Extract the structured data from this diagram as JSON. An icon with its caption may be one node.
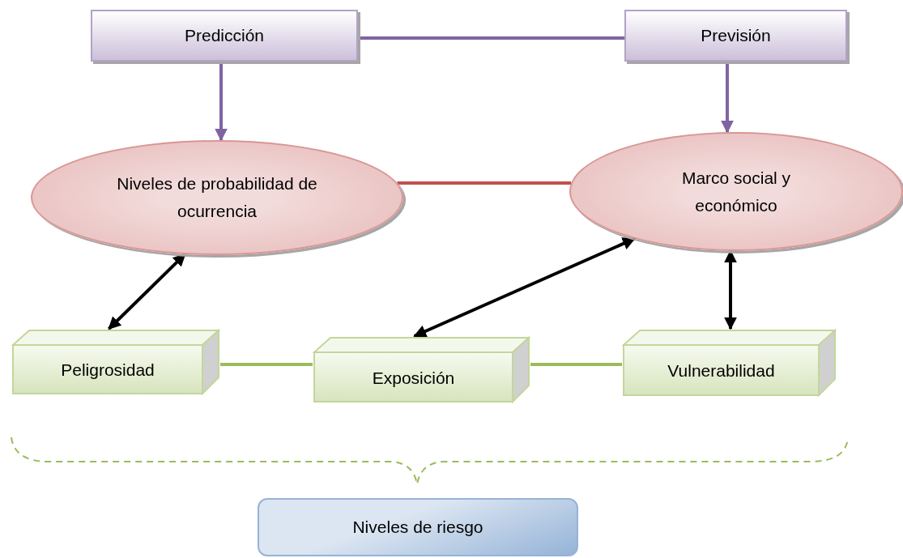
{
  "diagram": {
    "nodes": [
      {
        "text": [
          "Predicción"
        ]
      },
      {
        "text": [
          "Previsión"
        ]
      },
      {
        "text": [
          "Niveles de probabilidad de ocurrencia"
        ]
      },
      {
        "text": [
          "Marco social y económico"
        ]
      },
      {
        "text": [
          "Peligrosidad"
        ]
      },
      {
        "text": [
          "Exposición"
        ]
      },
      {
        "text": [
          "Vulnerabilidad"
        ]
      },
      {
        "text": [
          "Niveles de riesgo"
        ]
      }
    ],
    "edges": [
      {
        "from": 0,
        "to": 1,
        "arrow": "none",
        "color": "#8064a2"
      },
      {
        "from": 0,
        "to": 2,
        "arrow": "to",
        "color": "#8064a2"
      },
      {
        "from": 1,
        "to": 3,
        "arrow": "to",
        "color": "#8064a2"
      },
      {
        "from": 2,
        "to": 3,
        "arrow": "none",
        "color": "#c0504d"
      },
      {
        "from": 2,
        "to": 4,
        "arrow": "both",
        "color": "#000000"
      },
      {
        "from": 3,
        "to": 5,
        "arrow": "both",
        "color": "#000000"
      },
      {
        "from": 3,
        "to": 6,
        "arrow": "both",
        "color": "#000000"
      },
      {
        "from": 4,
        "to": 5,
        "arrow": "none",
        "color": "#9bbb59"
      },
      {
        "from": 5,
        "to": 6,
        "arrow": "none",
        "color": "#9bbb59"
      }
    ]
  }
}
